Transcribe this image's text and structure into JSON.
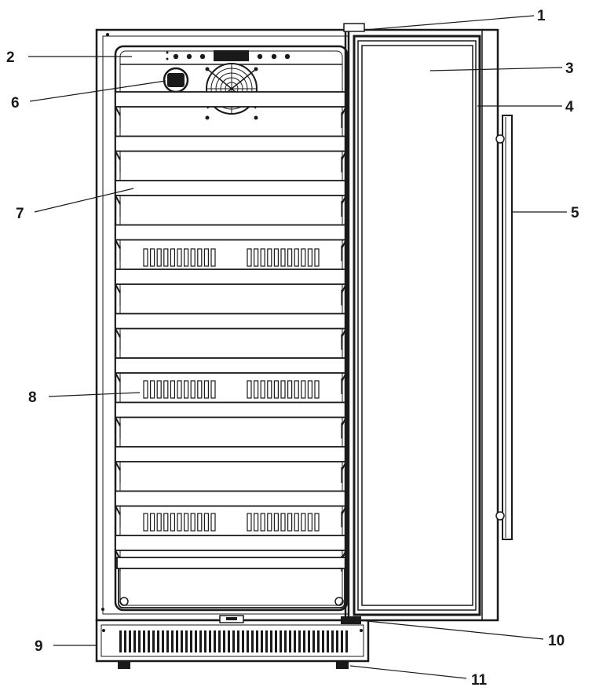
{
  "diagram": {
    "callouts": [
      {
        "id": "c1",
        "label": "1"
      },
      {
        "id": "c2",
        "label": "2"
      },
      {
        "id": "c3",
        "label": "3"
      },
      {
        "id": "c4",
        "label": "4"
      },
      {
        "id": "c5",
        "label": "5"
      },
      {
        "id": "c6",
        "label": "6"
      },
      {
        "id": "c7",
        "label": "7"
      },
      {
        "id": "c8",
        "label": "8"
      },
      {
        "id": "c9",
        "label": "9"
      },
      {
        "id": "c10",
        "label": "10"
      },
      {
        "id": "c11",
        "label": "11"
      }
    ],
    "shelf_count": 11,
    "colors": {
      "line": "#1a1a1a",
      "fill": "#ffffff",
      "shading": "#d9d9d9"
    }
  }
}
